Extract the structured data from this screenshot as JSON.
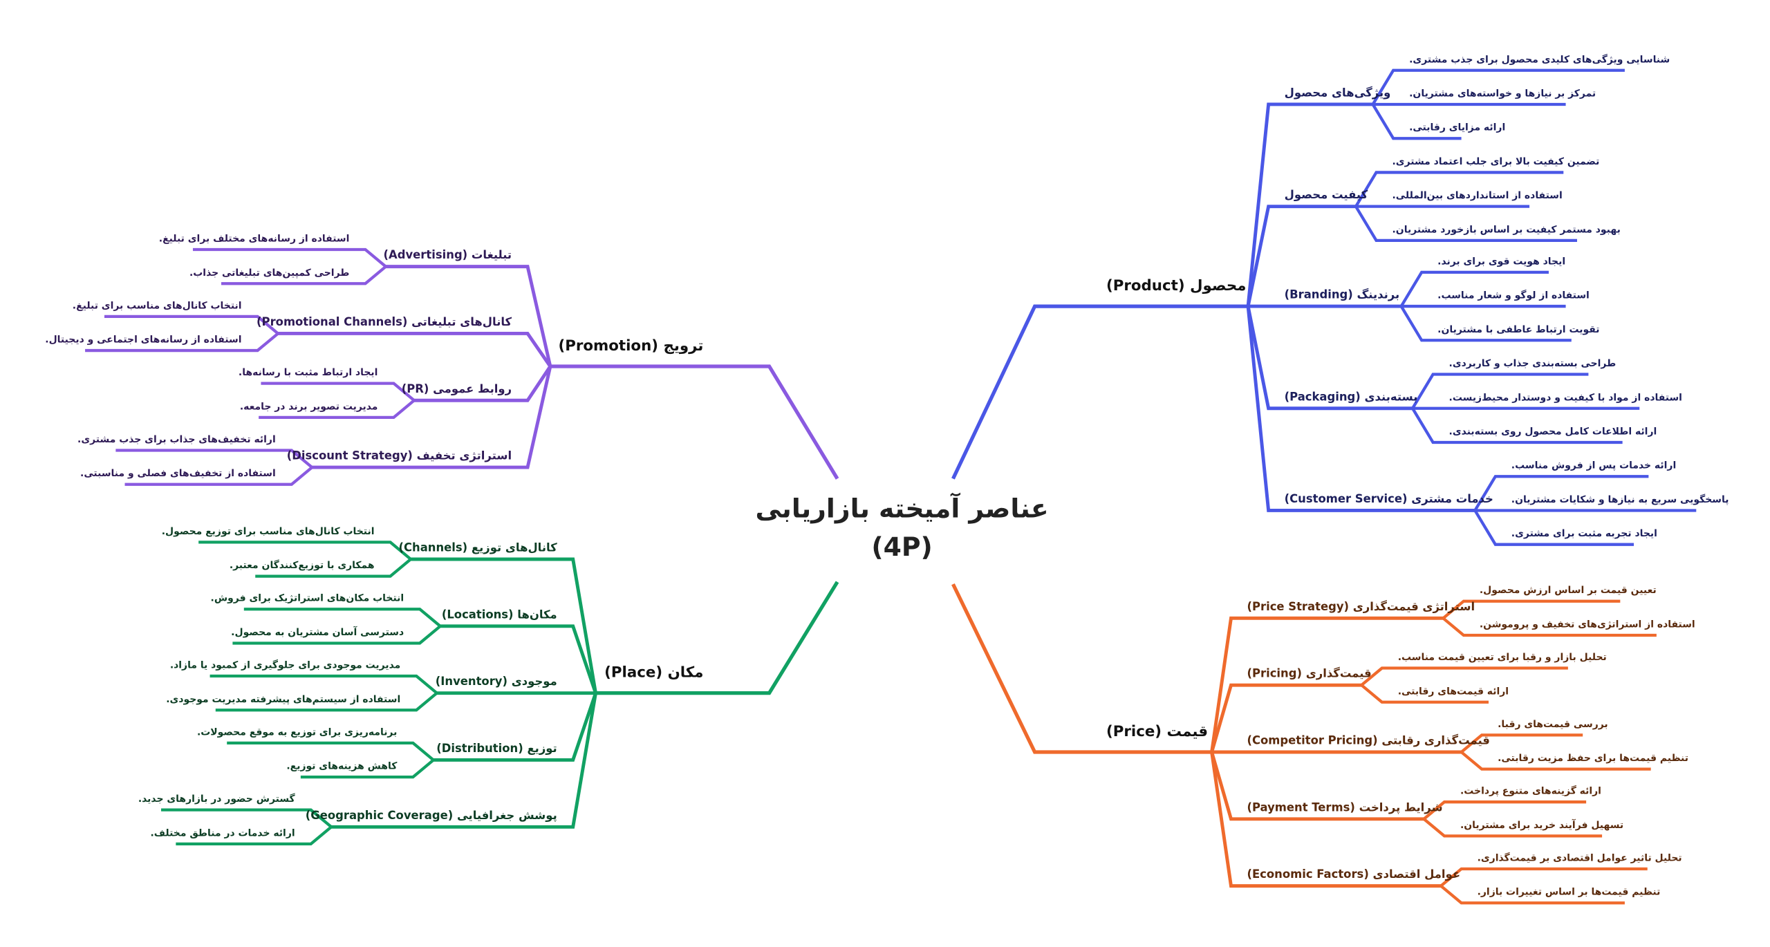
{
  "title": {
    "line1": "عناصر آمیخته بازاریابی",
    "line2": "(4P)"
  },
  "colors": {
    "product": "#4a57e6",
    "price": "#ef6a2c",
    "promotion": "#8a5ae0",
    "place": "#11a163",
    "product_text": "#1c1f5c",
    "price_text": "#5a2a0c",
    "promotion_text": "#2e1a55",
    "place_text": "#0d3d24"
  },
  "branches": {
    "product": {
      "label": "(Product) محصول",
      "subs": [
        {
          "label": "ویژگی‌های محصول",
          "leaves": [
            "شناسایی ویژگی‌های کلیدی محصول برای جذب مشتری.",
            "تمرکز بر نیازها و خواسته‌های مشتریان.",
            "ارائه مزایای رقابتی."
          ]
        },
        {
          "label": "کیفیت محصول",
          "leaves": [
            "تضمین کیفیت بالا برای جلب اعتماد مشتری.",
            "استفاده از استانداردهای بین‌المللی.",
            "بهبود مستمر کیفیت بر اساس بازخورد مشتریان."
          ]
        },
        {
          "label": "(Branding) برندینگ",
          "leaves": [
            "ایجاد هویت قوی برای برند.",
            "استفاده از لوگو و شعار مناسب.",
            "تقویت ارتباط عاطفی با مشتریان."
          ]
        },
        {
          "label": "(Packaging) بسته‌بندی",
          "leaves": [
            "طراحی بسته‌بندی جذاب و کاربردی.",
            "استفاده از مواد با کیفیت و دوستدار محیط‌زیست.",
            "ارائه اطلاعات کامل محصول روی بسته‌بندی."
          ]
        },
        {
          "label": "(Customer Service) خدمات مشتری",
          "leaves": [
            "ارائه خدمات پس از فروش مناسب.",
            "پاسخگویی سریع به نیازها و شکایات مشتریان.",
            "ایجاد تجربه مثبت برای مشتری."
          ]
        }
      ]
    },
    "price": {
      "label": "(Price) قیمت",
      "subs": [
        {
          "label": "(Price Strategy) استراتژی قیمت‌گذاری",
          "leaves": [
            "تعیین قیمت بر اساس ارزش محصول.",
            "استفاده از استراتژی‌های تخفیف و پروموشن."
          ]
        },
        {
          "label": "(Pricing) قیمت‌گذاری",
          "leaves": [
            "تحلیل بازار و رقبا برای تعیین قیمت مناسب.",
            "ارائه قیمت‌های رقابتی."
          ]
        },
        {
          "label": "(Competitor Pricing) قیمت‌گذاری رقابتی",
          "leaves": [
            "بررسی قیمت‌های رقبا.",
            "تنظیم قیمت‌ها برای حفظ مزیت رقابتی."
          ]
        },
        {
          "label": "(Payment Terms) شرایط پرداخت",
          "leaves": [
            "ارائه گزینه‌های متنوع پرداخت.",
            "تسهیل فرآیند خرید برای مشتریان."
          ]
        },
        {
          "label": "(Economic Factors) عوامل اقتصادی",
          "leaves": [
            "تحلیل تاثیر عوامل اقتصادی بر قیمت‌گذاری.",
            "تنظیم قیمت‌ها بر اساس تغییرات بازار."
          ]
        }
      ]
    },
    "promotion": {
      "label": "(Promotion) ترویج",
      "subs": [
        {
          "label": "(Advertising) تبلیغات",
          "leaves": [
            "استفاده از رسانه‌های مختلف برای تبلیغ.",
            "طراحی کمپین‌های تبلیغاتی جذاب."
          ]
        },
        {
          "label": "(Promotional Channels) کانال‌های تبلیغاتی",
          "leaves": [
            "انتخاب کانال‌های مناسب برای تبلیغ.",
            "استفاده از رسانه‌های اجتماعی و دیجیتال."
          ]
        },
        {
          "label": "(PR) روابط عمومی",
          "leaves": [
            "ایجاد ارتباط مثبت با رسانه‌ها.",
            "مدیریت تصویر برند در جامعه."
          ]
        },
        {
          "label": "(Discount Strategy) استراتژی تخفیف",
          "leaves": [
            "ارائه تخفیف‌های جذاب برای جذب مشتری.",
            "استفاده از تخفیف‌های فصلی و مناسبتی."
          ]
        }
      ]
    },
    "place": {
      "label": "(Place) مکان",
      "subs": [
        {
          "label": "(Channels) کانال‌های توزیع",
          "leaves": [
            "انتخاب کانال‌های مناسب برای توزیع محصول.",
            "همکاری با توزیع‌کنندگان معتبر."
          ]
        },
        {
          "label": "(Locations) مکان‌ها",
          "leaves": [
            "انتخاب مکان‌های استراتژیک برای فروش.",
            "دسترسی آسان مشتریان به محصول."
          ]
        },
        {
          "label": "(Inventory) موجودی",
          "leaves": [
            "مدیریت موجودی برای جلوگیری از کمبود یا مازاد.",
            "استفاده از سیستم‌های پیشرفته مدیریت موجودی."
          ]
        },
        {
          "label": "(Distribution) توزیع",
          "leaves": [
            "برنامه‌ریزی برای توزیع به موقع محصولات.",
            "کاهش هزینه‌های توزیع."
          ]
        },
        {
          "label": "(Geographic Coverage) پوشش جغرافیایی",
          "leaves": [
            "گسترش حضور در بازارهای جدید.",
            "ارائه خدمات در مناطق مختلف."
          ]
        }
      ]
    }
  }
}
